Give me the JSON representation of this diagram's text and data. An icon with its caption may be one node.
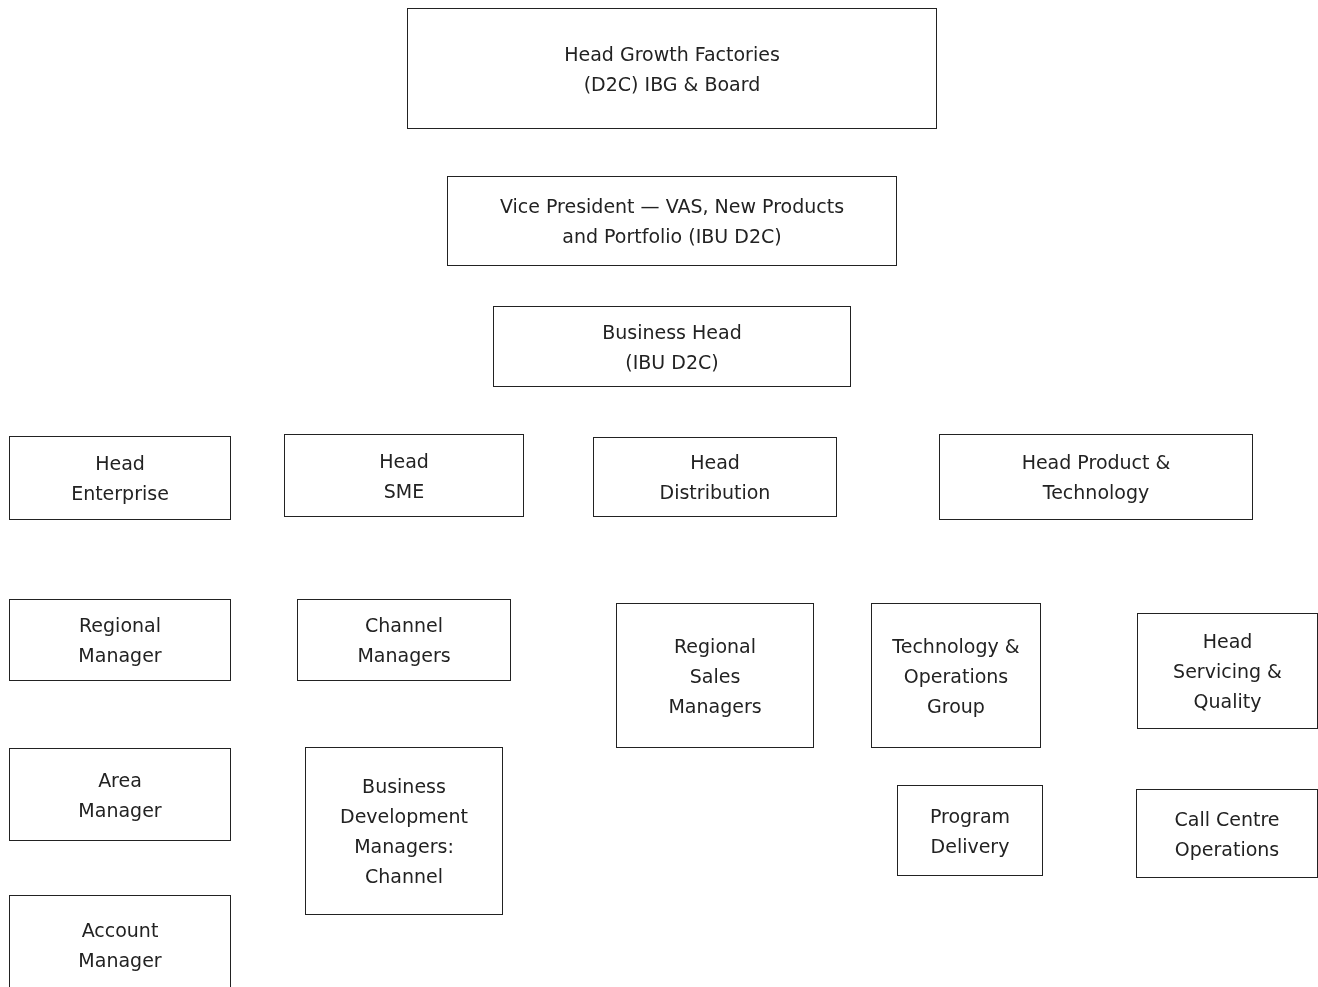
{
  "diagram": {
    "nodes": [
      {
        "text": [
          "Head Growth Factories (D2C) IBG & Board"
        ]
      },
      {
        "text": [
          "Vice President — VAS, New Products and Portfolio (IBU D2C)"
        ]
      },
      {
        "text": [
          "Business Head (IBU D2C)"
        ]
      },
      {
        "text": [
          "Head Enterprise"
        ]
      },
      {
        "text": [
          "Head SME"
        ]
      },
      {
        "text": [
          "Head Distribution"
        ]
      },
      {
        "text": [
          "Head Product & Technology"
        ]
      },
      {
        "text": [
          "Regional Manager"
        ]
      },
      {
        "text": [
          "Channel Managers"
        ]
      },
      {
        "text": [
          "Regional Sales Managers"
        ]
      },
      {
        "text": [
          "Technology & Operations Group"
        ]
      },
      {
        "text": [
          "Head Servicing & Quality"
        ]
      },
      {
        "text": [
          "Area Manager"
        ]
      },
      {
        "text": [
          "Business Development Managers: Channel"
        ]
      },
      {
        "text": [
          "Program Delivery"
        ]
      },
      {
        "text": [
          "Call Centre Operations"
        ]
      },
      {
        "text": [
          "Account Manager"
        ]
      }
    ],
    "edges": []
  }
}
